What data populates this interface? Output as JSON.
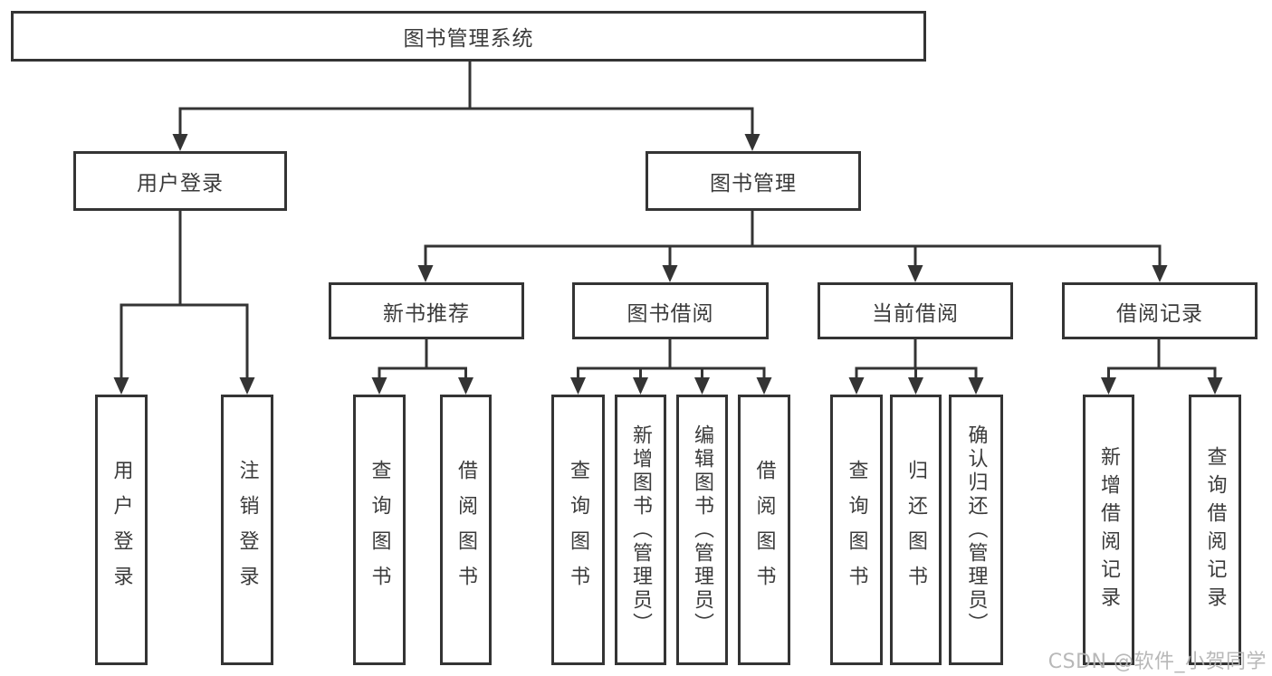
{
  "diagram": {
    "root": {
      "label": "图书管理系统"
    },
    "level2": [
      {
        "label": "用户登录",
        "functions": [
          {
            "label": "用户登录"
          },
          {
            "label": "注销登录"
          }
        ]
      },
      {
        "label": "图书管理",
        "modules": [
          {
            "label": "新书推荐",
            "functions": [
              {
                "label": "查询图书"
              },
              {
                "label": "借阅图书"
              }
            ]
          },
          {
            "label": "图书借阅",
            "functions": [
              {
                "label": "查询图书"
              },
              {
                "label": "新增图书（管理员）"
              },
              {
                "label": "编辑图书（管理员）"
              },
              {
                "label": "借阅图书"
              }
            ]
          },
          {
            "label": "当前借阅",
            "functions": [
              {
                "label": "查询图书"
              },
              {
                "label": "归还图书"
              },
              {
                "label": "确认归还（管理员）"
              }
            ]
          },
          {
            "label": "借阅记录",
            "functions": [
              {
                "label": "新增借阅记录"
              },
              {
                "label": "查询借阅记录"
              }
            ]
          }
        ]
      }
    ]
  },
  "watermark": {
    "text": "CSDN @软件_小贺同学"
  },
  "colors": {
    "line": "#343434",
    "text": "#3b3b3b",
    "watermark": "#b3b3b3",
    "background": "#ffffff"
  }
}
